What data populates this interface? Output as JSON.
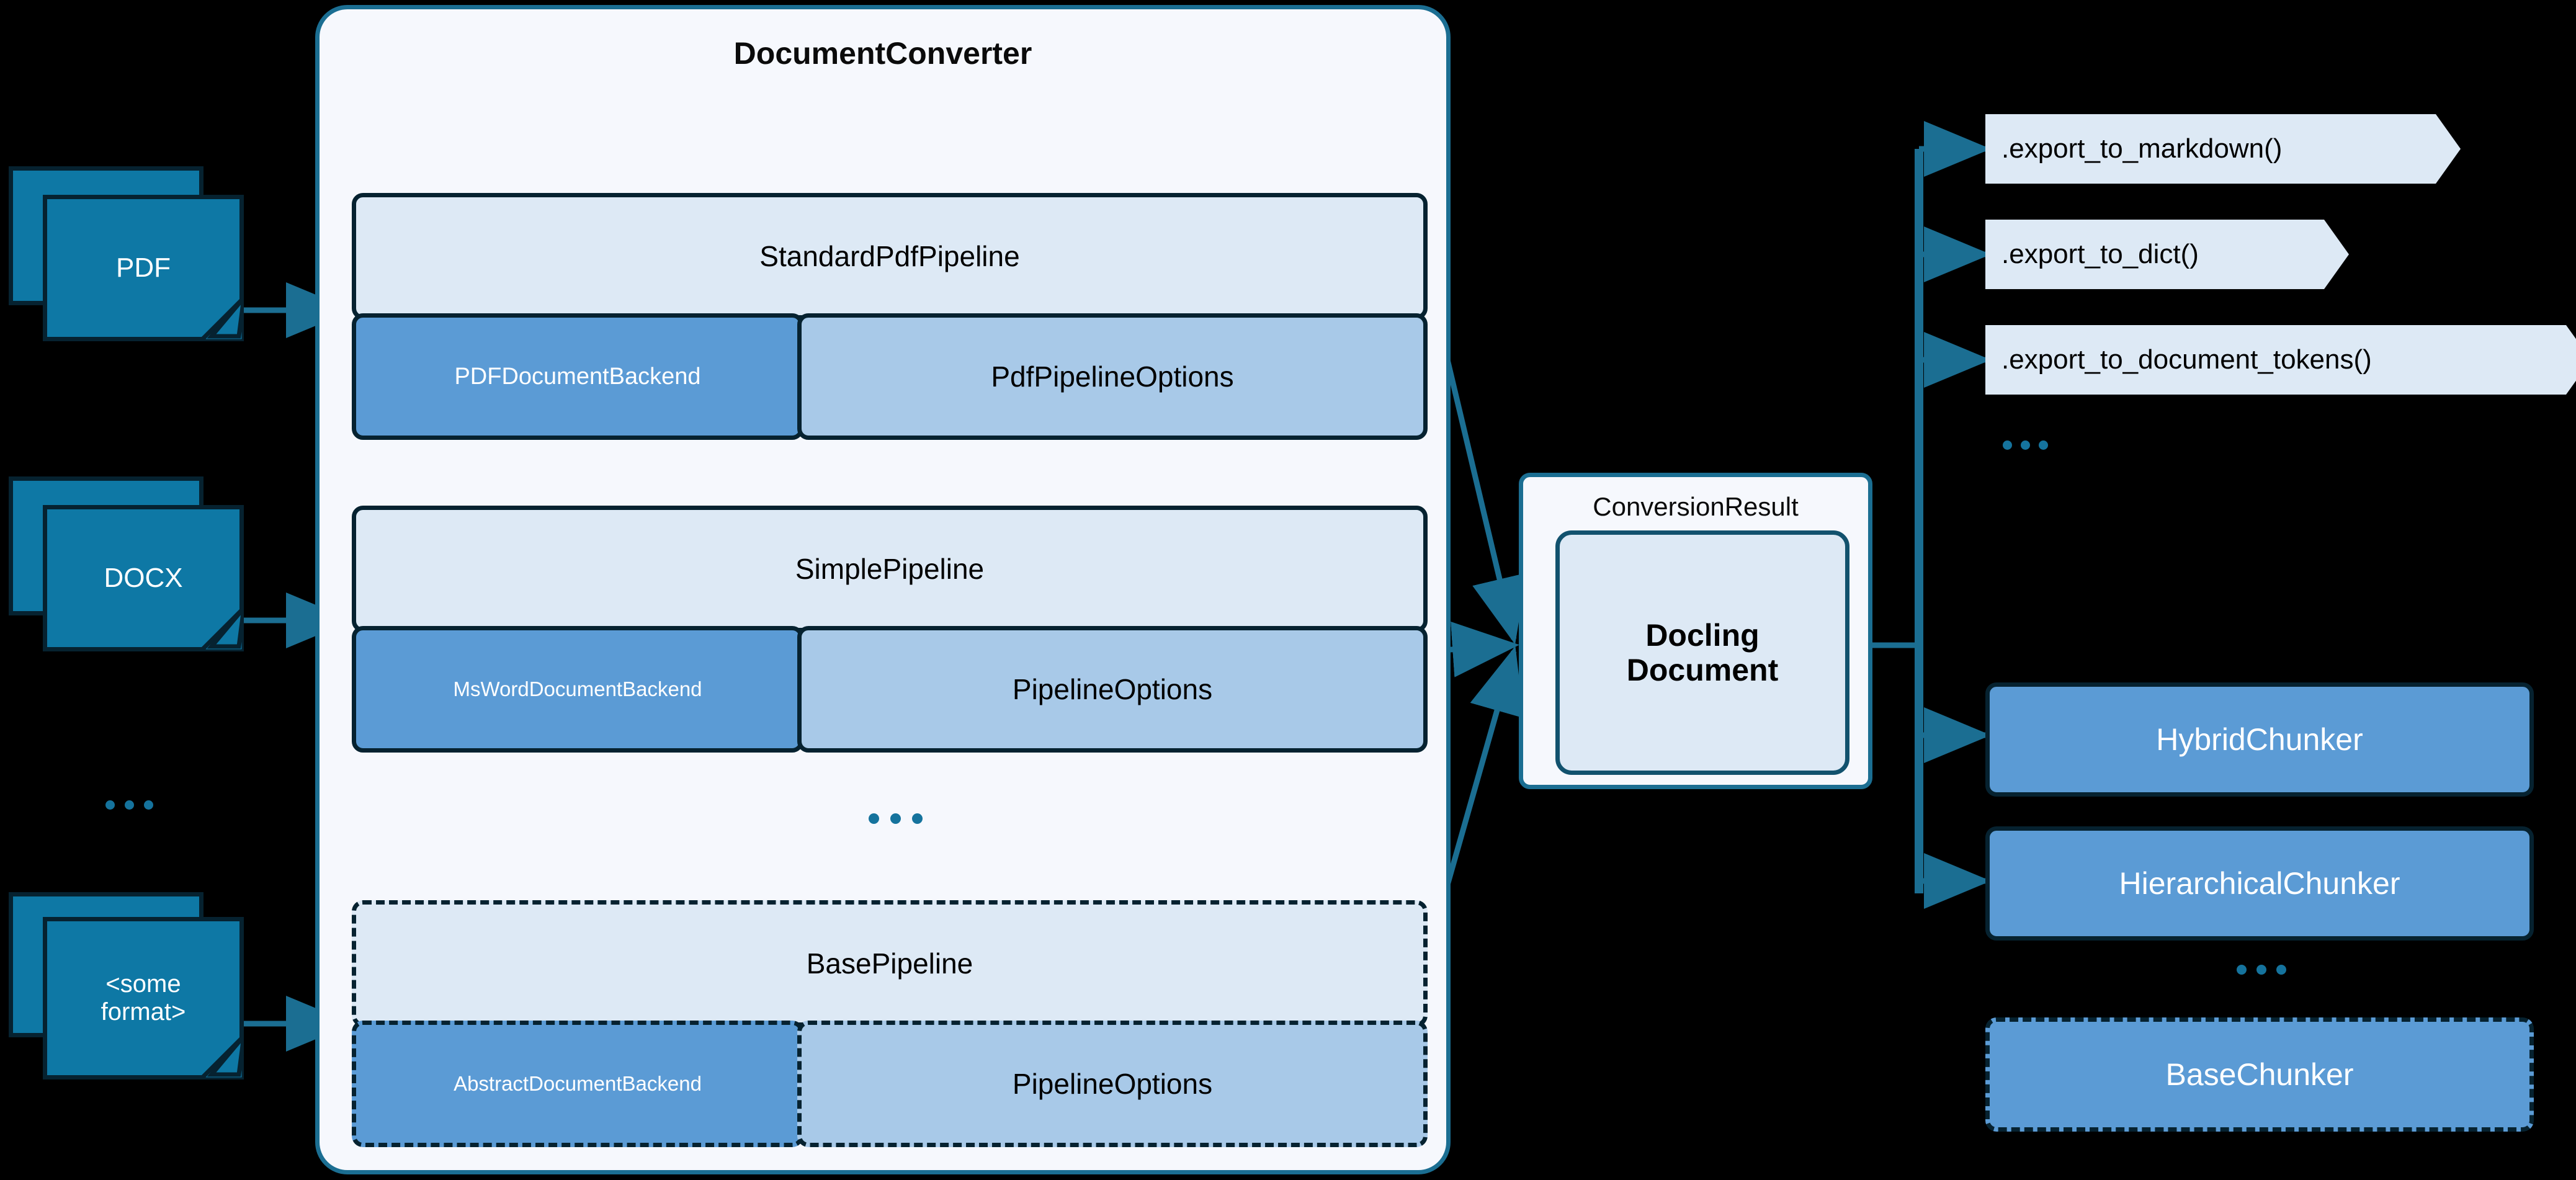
{
  "inputs": {
    "documents": [
      {
        "name": "pdf-document",
        "label": "PDF"
      },
      {
        "name": "docx-document",
        "label": "DOCX"
      },
      {
        "name": "some-format-document",
        "label": "<some\nformat>"
      }
    ],
    "ellipsis": "..."
  },
  "converter": {
    "title": "DocumentConverter",
    "ellipsis": "...",
    "pipelines": [
      {
        "name": "standard-pdf-pipeline",
        "head": "StandardPdfPipeline",
        "backend": "PDFDocumentBackend",
        "options": "PdfPipelineOptions",
        "dashed": false
      },
      {
        "name": "simple-pipeline",
        "head": "SimplePipeline",
        "backend": "MsWordDocumentBackend",
        "options": "PipelineOptions",
        "dashed": false
      },
      {
        "name": "base-pipeline",
        "head": "BasePipeline",
        "backend": "AbstractDocumentBackend",
        "options": "PipelineOptions",
        "dashed": true
      }
    ]
  },
  "result": {
    "label": "ConversionResult",
    "document_line1": "Docling",
    "document_line2": "Document"
  },
  "exports": {
    "items": [
      {
        "name": "export-to-markdown",
        "label": ".export_to_markdown()"
      },
      {
        "name": "export-to-dict",
        "label": ".export_to_dict()"
      },
      {
        "name": "export-to-document-tokens",
        "label": ".export_to_document_tokens()"
      }
    ],
    "ellipsis": "..."
  },
  "chunkers": {
    "items": [
      {
        "name": "hybrid-chunker",
        "label": "HybridChunker",
        "dashed": false
      },
      {
        "name": "hierarchical-chunker",
        "label": "HierarchicalChunker",
        "dashed": false
      },
      {
        "name": "base-chunker",
        "label": "BaseChunker",
        "dashed": true
      }
    ],
    "ellipsis": "..."
  },
  "colors": {
    "background": "#000000",
    "doc_fill": "#0e78a5",
    "doc_stroke": "#062230",
    "container_fill": "#f6f8fd",
    "container_stroke": "#1b6e92",
    "pipeline_head_fill": "#dde9f5",
    "pipeline_backend_fill": "#5b9bd5",
    "pipeline_options_fill": "#a8c9e8",
    "connector": "#1b6e92",
    "dots": "#15739d"
  }
}
